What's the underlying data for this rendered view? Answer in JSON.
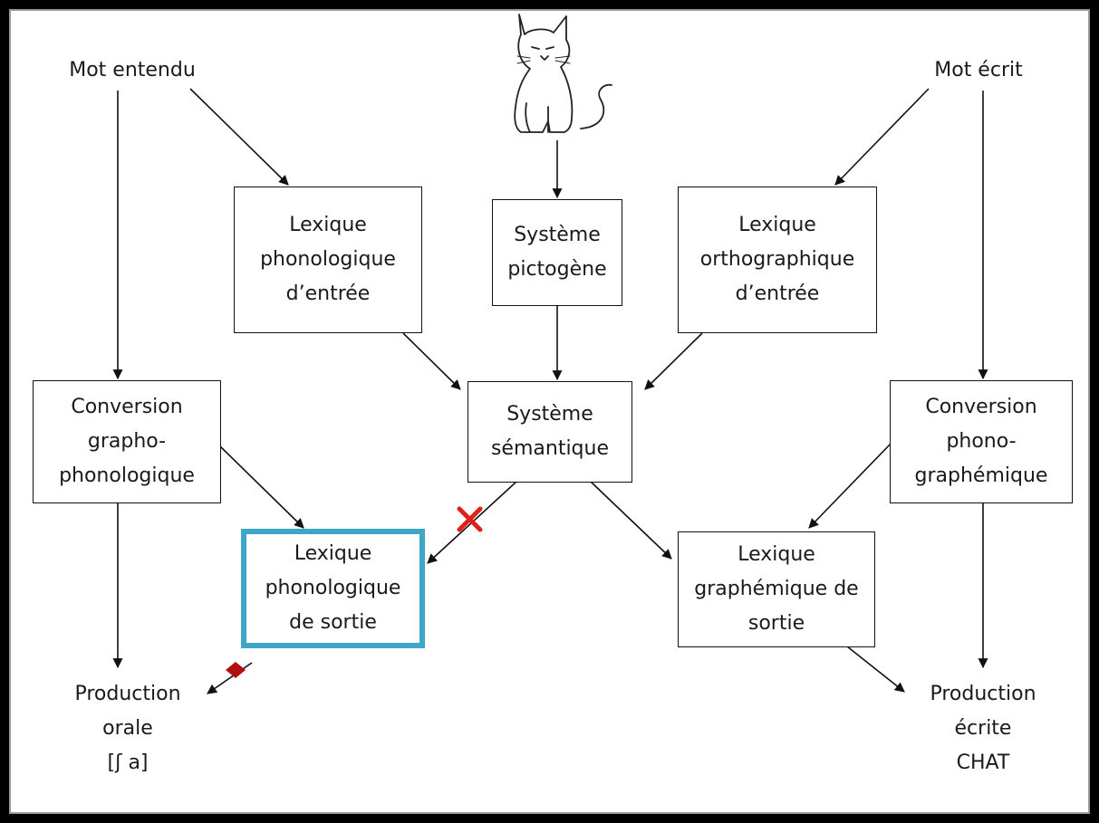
{
  "inputs": {
    "heard": "Mot entendu",
    "written": "Mot écrit"
  },
  "cat_icon": "cat-drawing",
  "boxes": {
    "phon_input": [
      "Lexique",
      "phonologique",
      "d’entrée"
    ],
    "pictogen": [
      "Système",
      "pictogène"
    ],
    "ortho_input": [
      "Lexique",
      "orthographique",
      "d’entrée"
    ],
    "grapho_phono": [
      "Conversion",
      "grapho-",
      "phonologique"
    ],
    "semantic": [
      "Système",
      "sémantique"
    ],
    "phono_grapho": [
      "Conversion",
      "phono-",
      "graphémique"
    ],
    "phon_output": [
      "Lexique",
      "phonologique",
      "de sortie"
    ],
    "graph_output": [
      "Lexique",
      "graphémique de",
      "sortie"
    ]
  },
  "outputs": {
    "oral": [
      "Production",
      "orale",
      "[ʃ a]"
    ],
    "written": [
      "Production",
      "écrite",
      "CHAT"
    ]
  },
  "colors": {
    "highlight": "#3ea6c6",
    "cross": "#e0201c",
    "diamond": "#b01010"
  }
}
